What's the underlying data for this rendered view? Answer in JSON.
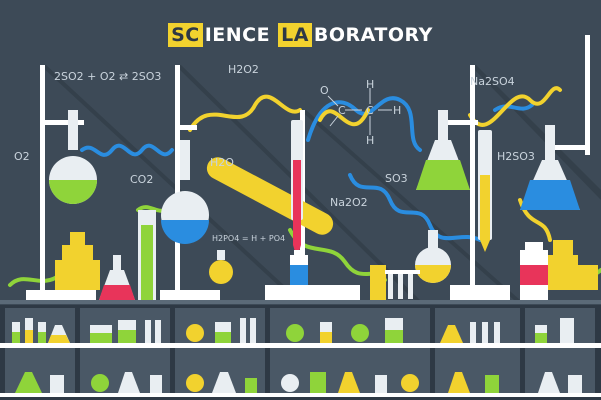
{
  "title": {
    "word1_highlight": "SC",
    "word1_rest": "IENCE",
    "word2_highlight": "LA",
    "word2_rest": "BORATORY"
  },
  "formulas": {
    "reaction": "2SO2 + O2 ⇄ 2SO3",
    "h2o2": "H2O2",
    "o2": "O2",
    "co2": "CO2",
    "h2o": "H2O",
    "na2so4": "Na2SO4",
    "h2so3": "H2SO3",
    "na2o2": "Na2O2",
    "so3": "SO3",
    "h3po4": "H2PO4 = H + PO4",
    "mol_o": "O",
    "mol_h1": "H",
    "mol_h2": "H",
    "mol_h3": "H",
    "mol_c1": "C",
    "mol_c2": "C"
  },
  "colors": {
    "background": "#3d4a57",
    "shadow": "#34404b",
    "yellow": "#f2d22e",
    "green": "#8fd43a",
    "blue": "#2a8de0",
    "red": "#e8345a",
    "orange": "#f6a21e",
    "white": "#ffffff",
    "glass": "#e9eef2",
    "shelf": "#5b6a78"
  }
}
